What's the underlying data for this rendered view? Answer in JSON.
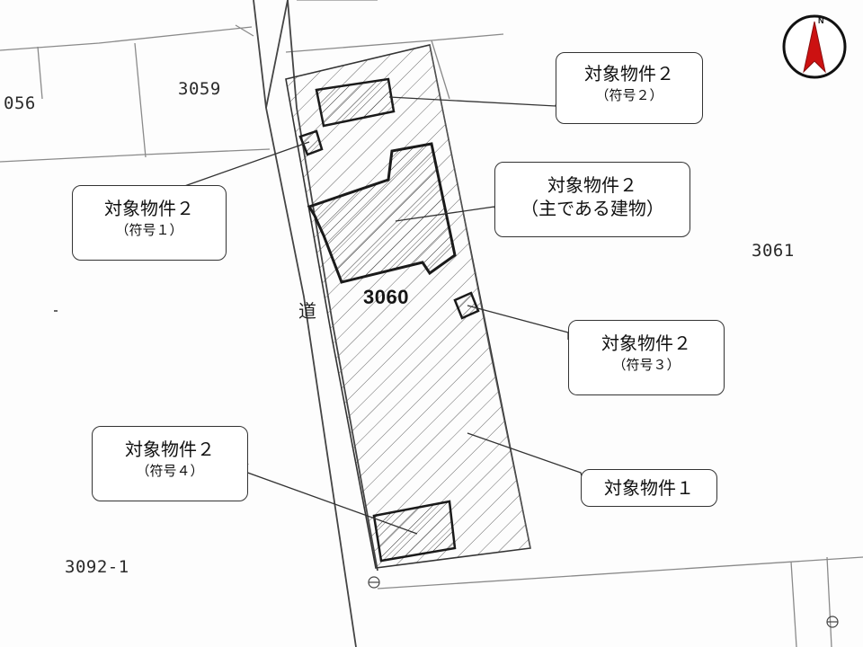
{
  "map": {
    "lots": {
      "lot_3056": "056",
      "lot_3059": "3059",
      "lot_3060": "3060",
      "lot_3061": "3061",
      "lot_3092_1": "3092-1"
    },
    "road_label": "道",
    "north_letter": "N",
    "callouts": {
      "mark2": {
        "line1": "対象物件２",
        "line2": "（符号２）"
      },
      "mark1": {
        "line1": "対象物件２",
        "line2": "（符号１）"
      },
      "main_building": {
        "line1": "対象物件２",
        "line2": "（主である建物）"
      },
      "mark3": {
        "line1": "対象物件２",
        "line2": "（符号３）"
      },
      "mark4": {
        "line1": "対象物件２",
        "line2": "（符号４）"
      },
      "property1": {
        "line1": "対象物件１"
      }
    },
    "colors": {
      "north_arrow": "#cc1111",
      "outline": "#222222",
      "hatch": "#444444"
    }
  }
}
